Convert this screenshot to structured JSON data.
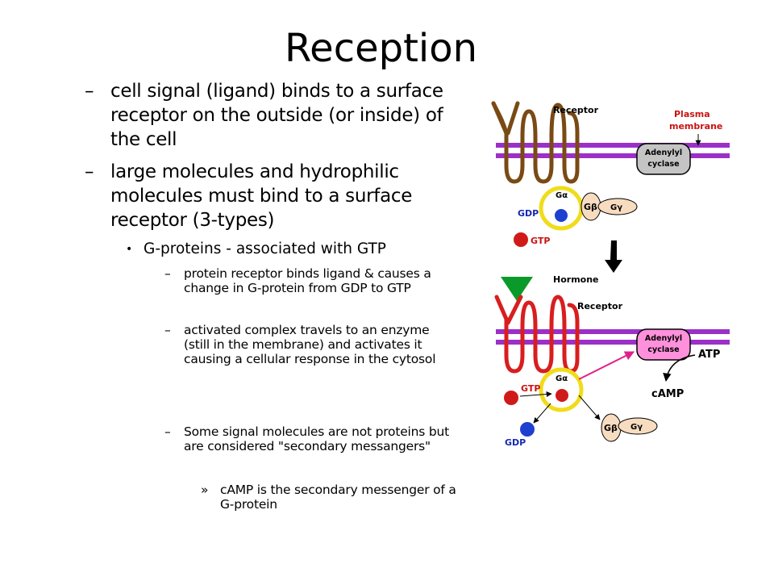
{
  "slide": {
    "title": "Reception",
    "bullets": [
      {
        "marker": "–",
        "text": "cell signal (ligand) binds to a surface receptor on the outside (or inside) of the cell"
      },
      {
        "marker": "–",
        "text": "large molecules and hydrophilic molecules must bind to a surface receptor (3-types)"
      },
      {
        "marker": "•",
        "text": "G-proteins - associated with GTP"
      },
      {
        "marker": "–",
        "text": "protein receptor binds ligand & causes a change in G-protein from GDP to GTP"
      },
      {
        "marker": "–",
        "text": "activated complex travels to an enzyme (still in the membrane) and activates it causing a cellular response in the cytosol"
      },
      {
        "marker": "–",
        "text": "Some signal molecules are not proteins but are considered \"secondary messangers\""
      },
      {
        "marker": "»",
        "text": "cAMP is the secondary messenger of a G-protein"
      }
    ]
  },
  "diagram": {
    "receptor": "Receptor",
    "plasma_membrane_1": "Plasma",
    "plasma_membrane_2": "membrane",
    "adenylyl_1": "Adenylyl",
    "adenylyl_2": "cyclase",
    "g_alpha": "Gα",
    "g_beta": "Gβ",
    "g_gamma": "Gγ",
    "gdp": "GDP",
    "gtp": "GTP",
    "hormone": "Hormone",
    "atp": "ATP",
    "camp": "cAMP",
    "colors": {
      "membrane": "#9b30c8",
      "receptor_inactive": "#7a4a14",
      "receptor_active": "#d81e1e",
      "g_protein_ring": "#f0dc1a",
      "g_beta_fill": "#f8dcc0",
      "hormone": "#0a9a2a",
      "gdp_blue": "#1e40d0",
      "gtp_red": "#d01a1a",
      "cyclase_inactive": "#c4c4c4",
      "cyclase_active": "#ff90dc",
      "activation_arrow": "#e0208a",
      "label_red": "#c81414",
      "label_blue": "#1428b4"
    }
  }
}
